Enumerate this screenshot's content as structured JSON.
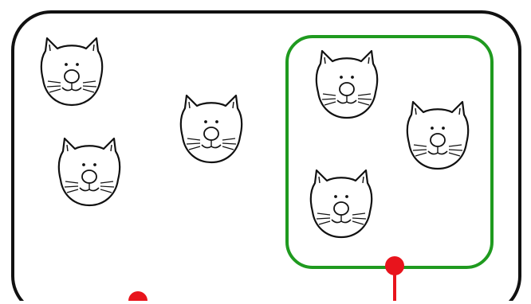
{
  "colors": {
    "outer_border": "#111111",
    "inner_border": "#1f9a1f",
    "pointer": "#e8141c",
    "ink": "#111111",
    "background": "#ffffff"
  },
  "diagram": {
    "outer_set": {
      "kind": "universal-set",
      "cat_count": 3
    },
    "inner_set": {
      "kind": "subset",
      "cat_count": 3
    },
    "icon": "cat-face-icon"
  }
}
